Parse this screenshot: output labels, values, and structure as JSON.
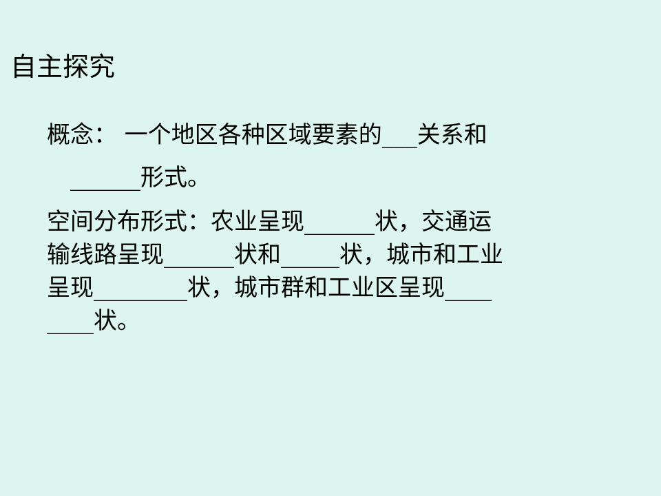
{
  "slide": {
    "title": "自主探究",
    "concept": {
      "line1": "概念： 一个地区各种区域要素的___关系和",
      "line2": "______形式。"
    },
    "distribution": {
      "line1": "空间分布形式：农业呈现______状，交通运",
      "line2": "输线路呈现______状和_____状，城市和工业",
      "line3": "呈现________状，城市群和工业区呈现____",
      "line4": "____状。"
    }
  }
}
